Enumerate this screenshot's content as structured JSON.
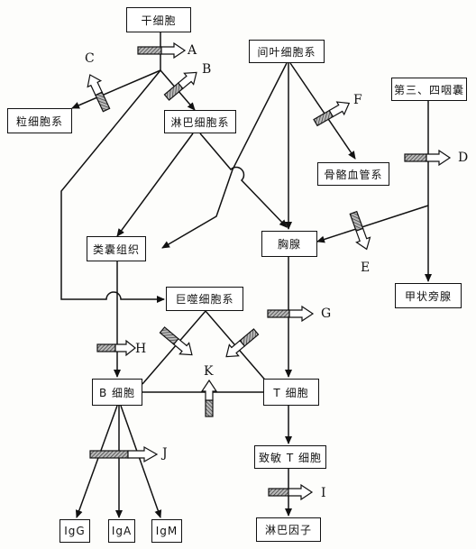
{
  "nodes": {
    "stem_cell": "干细胞",
    "mesoderm": "间叶细胞系",
    "pharyngeal_pouch": "第三、四咽囊",
    "granulocyte": "粒细胞系",
    "lymphoid": "淋巴细胞系",
    "vascular": "骨骼血管系",
    "bursa": "类囊组织",
    "thymus": "胸腺",
    "parathyroid": "甲状旁腺",
    "macrophage": "巨噬细胞系",
    "b_cell": "B 细胞",
    "t_cell": "T 细胞",
    "sensitized_t": "致敏 T 细胞",
    "lymphokine": "淋巴因子",
    "igg": "IgG",
    "iga": "IgA",
    "igm": "IgM"
  },
  "labels": {
    "a": "A",
    "b": "B",
    "c": "C",
    "d": "D",
    "e": "E",
    "f": "F",
    "g": "G",
    "h": "H",
    "i": "I",
    "j": "J",
    "k": "K"
  },
  "colors": {
    "line": "#111111",
    "arrow_fill": "#ffffff",
    "hatch": "#555555"
  }
}
